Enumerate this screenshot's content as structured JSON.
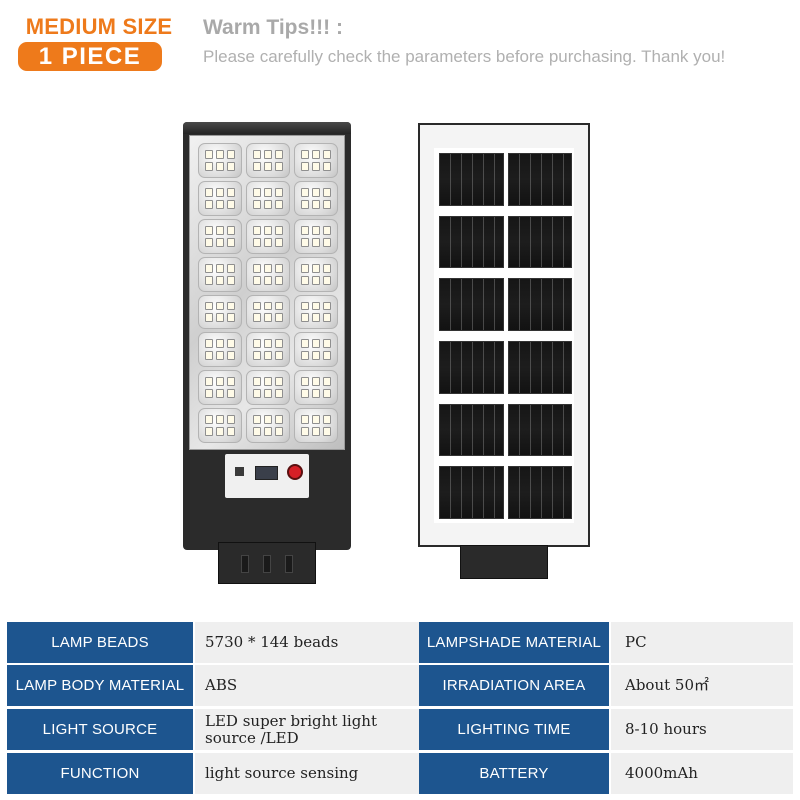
{
  "header": {
    "size_label": "MEDIUM SIZE",
    "quantity_label": "1 PIECE",
    "tips_title": "Warm Tips!!! :",
    "tips_text": "Please carefully check the parameters before purchasing. Thank you!",
    "accent_color": "#ee7a1b"
  },
  "product_images": {
    "front": {
      "icons": [
        "led-module",
        "sensor",
        "power-button"
      ]
    },
    "back": {
      "icons": [
        "solar-panel"
      ]
    }
  },
  "specs": {
    "header_color": "#1d558f",
    "value_bg_color": "#efefef",
    "rows": [
      {
        "key1": "LAMP BEADS",
        "val1": "5730 * 144 beads",
        "key2": "LAMPSHADE MATERIAL",
        "val2": "PC"
      },
      {
        "key1": "LAMP BODY MATERIAL",
        "val1": "ABS",
        "key2": "IRRADIATION AREA",
        "val2": "About 50㎡"
      },
      {
        "key1": "LIGHT SOURCE",
        "val1": "LED super bright light source /LED",
        "key2": "LIGHTING TIME",
        "val2": "8-10 hours"
      },
      {
        "key1": "FUNCTION",
        "val1": "light source sensing",
        "key2": "BATTERY",
        "val2": "4000mAh"
      }
    ]
  }
}
